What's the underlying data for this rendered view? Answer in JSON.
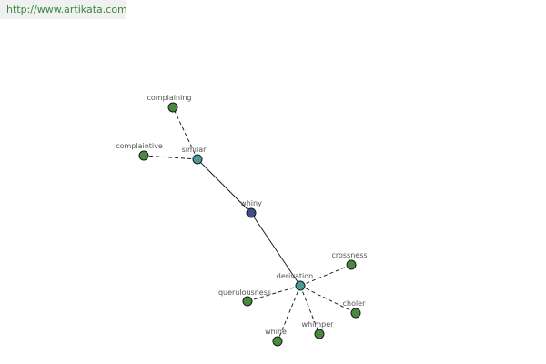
{
  "banner": {
    "url": "http://www.artikata.com"
  },
  "colors": {
    "center": "#3b4f8f",
    "relation": "#4a9a9a",
    "leaf": "#4a8a3e",
    "stroke": "#1a1a1a",
    "edge": "#222222"
  },
  "graph": {
    "nodes": [
      {
        "id": "whiny",
        "label": "whiny",
        "kind": "center"
      },
      {
        "id": "similar",
        "label": "similar",
        "kind": "relation"
      },
      {
        "id": "derivation",
        "label": "derivation",
        "kind": "relation"
      },
      {
        "id": "complaining",
        "label": "complaining",
        "kind": "leaf"
      },
      {
        "id": "complaintive",
        "label": "complaintive",
        "kind": "leaf"
      },
      {
        "id": "crossness",
        "label": "crossness",
        "kind": "leaf"
      },
      {
        "id": "querulousness",
        "label": "querulousness",
        "kind": "leaf"
      },
      {
        "id": "choler",
        "label": "choler",
        "kind": "leaf"
      },
      {
        "id": "whimper",
        "label": "whimper",
        "kind": "leaf"
      },
      {
        "id": "whine",
        "label": "whine",
        "kind": "leaf"
      }
    ],
    "edges": [
      {
        "from": "whiny",
        "to": "similar",
        "style": "solid"
      },
      {
        "from": "whiny",
        "to": "derivation",
        "style": "solid"
      },
      {
        "from": "similar",
        "to": "complaining",
        "style": "dashed"
      },
      {
        "from": "similar",
        "to": "complaintive",
        "style": "dashed"
      },
      {
        "from": "derivation",
        "to": "crossness",
        "style": "dashed"
      },
      {
        "from": "derivation",
        "to": "querulousness",
        "style": "dashed"
      },
      {
        "from": "derivation",
        "to": "choler",
        "style": "dashed"
      },
      {
        "from": "derivation",
        "to": "whimper",
        "style": "dashed"
      },
      {
        "from": "derivation",
        "to": "whine",
        "style": "dashed"
      }
    ]
  }
}
